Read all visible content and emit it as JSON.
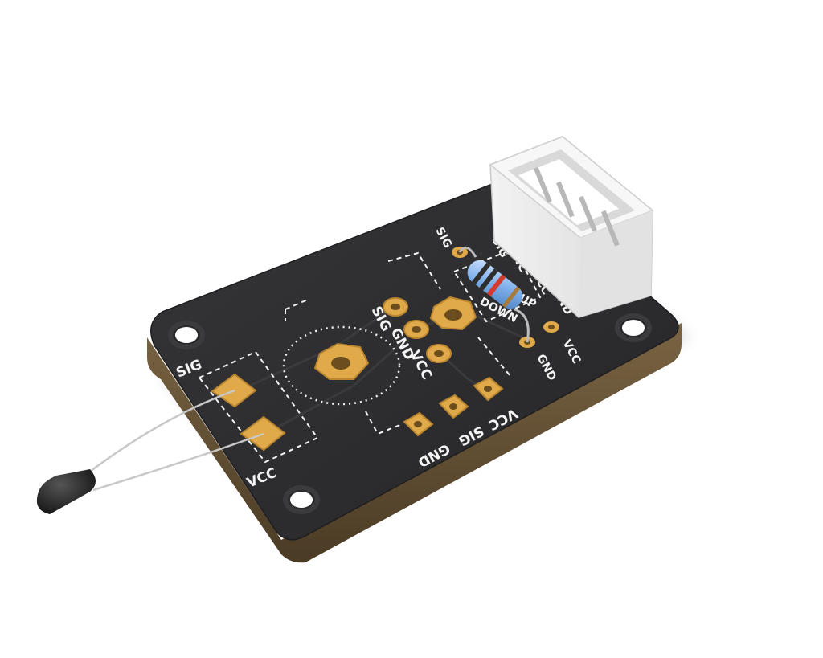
{
  "board": {
    "pcb_color": "#2d2d2f",
    "edge_color": "#6b5536",
    "pad_color": "#e0a94a",
    "silk_color": "#f4f4f4"
  },
  "labels": {
    "probe_sig": "SIG",
    "probe_vcc": "VCC",
    "mid_sig": "SIG",
    "mid_gnd": "GND",
    "mid_vcc": "VCC",
    "header_vcc": "VCC",
    "header_sig": "SIG",
    "header_gnd": "GND",
    "res_sig": "SIG",
    "res_gnd": "GND",
    "res_vcc": "VCC",
    "conn_sig": "SIG",
    "conn_nc": "NC",
    "conn_vcc": "VCC",
    "conn_gnd": "GND",
    "res_down": "DOWN",
    "res_up": "UP"
  }
}
